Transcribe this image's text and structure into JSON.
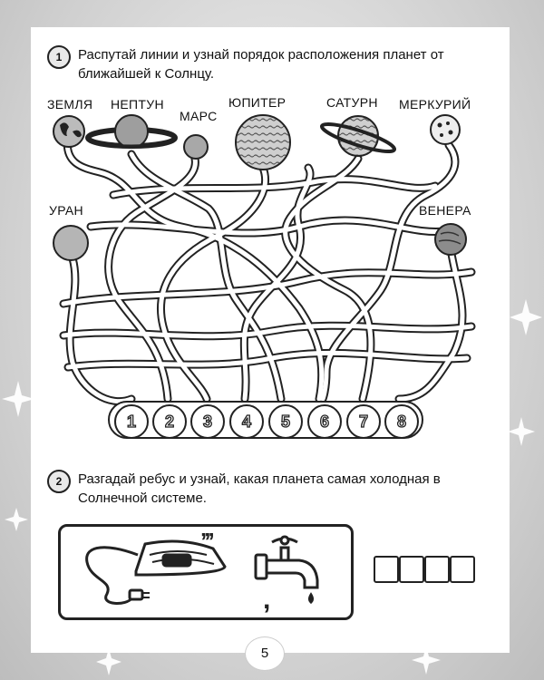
{
  "task1": {
    "number": "1",
    "text": "Распутай линии и узнай порядок расположения планет от ближайшей к Солнцу."
  },
  "planets": {
    "earth": "ЗЕМЛЯ",
    "neptune": "НЕПТУН",
    "mars": "МАРС",
    "jupiter": "ЮПИТЕР",
    "saturn": "САТУРН",
    "mercury": "МЕРКУРИЙ",
    "uranus": "УРАН",
    "venus": "ВЕНЕРА"
  },
  "order_numbers": [
    "1",
    "2",
    "3",
    "4",
    "5",
    "6",
    "7",
    "8"
  ],
  "task2": {
    "number": "2",
    "text": "Разгадай ребус и узнай, какая планета самая холодная в Солнечной системе."
  },
  "rebus": {
    "commas_top": "’’’",
    "comma_bottom": ","
  },
  "page_number": "5"
}
